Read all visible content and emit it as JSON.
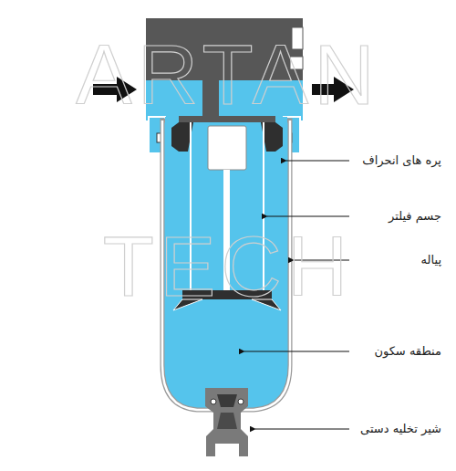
{
  "diagram": {
    "labels": [
      "ARTAN",
      "TECH",
      "پره های انحراف",
      "جسم فیلتر",
      "پیاله",
      "منطقه سکون",
      "شیر تخلیه دستی"
    ]
  }
}
